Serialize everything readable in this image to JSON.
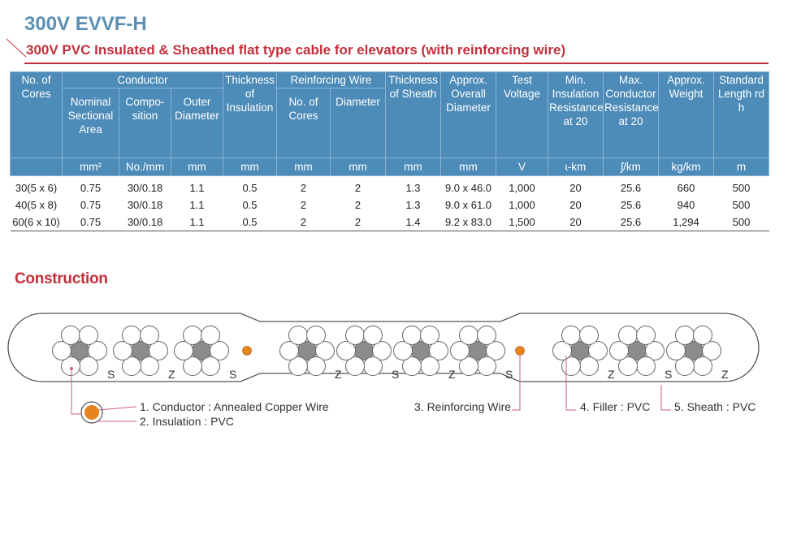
{
  "header": {
    "title": "300V EVVF-H",
    "subtitle": "300V PVC Insulated & Sheathed flat type cable for elevators (with reinforcing wire)"
  },
  "table": {
    "groups": {
      "cores": "No. of Cores",
      "conductor": "Conductor",
      "thickness_insulation": "Thickness of Insulation",
      "reinforcing_wire": "Reinforcing Wire",
      "thickness_sheath": "Thickness of Sheath",
      "overall_diameter": "Approx. Overall Diameter",
      "test_voltage": "Test Voltage",
      "insulation_resistance": "Min. Insulation Resistance at 20",
      "conductor_resistance": "Max. Conductor Resistance at 20",
      "weight": "Approx. Weight",
      "length": "Standard Length rd h"
    },
    "subheaders": {
      "nominal_area": "Nominal Sectional Area",
      "composition": "Compo- sition",
      "outer_diameter": "Outer Diameter",
      "rw_cores": "No. of Cores",
      "rw_diameter": "Diameter"
    },
    "units": [
      "",
      "mm²",
      "No./mm",
      "mm",
      "mm",
      "mm",
      "mm",
      "mm",
      "mm",
      "V",
      "ɩ-km",
      "ʃ/km",
      "kg/km",
      "m"
    ],
    "rows": [
      [
        "30(5 x 6)",
        "0.75",
        "30/0.18",
        "1.1",
        "0.5",
        "2",
        "2",
        "1.3",
        "9.0 x 46.0",
        "1,000",
        "20",
        "25.6",
        "660",
        "500"
      ],
      [
        "40(5 x 8)",
        "0.75",
        "30/0.18",
        "1.1",
        "0.5",
        "2",
        "2",
        "1.3",
        "9.0 x 61.0",
        "1,000",
        "20",
        "25.6",
        "940",
        "500"
      ],
      [
        "60(6 x 10)",
        "0.75",
        "30/0.18",
        "1.1",
        "0.5",
        "2",
        "2",
        "1.4",
        "9.2 x 83.0",
        "1,500",
        "20",
        "25.6",
        "1,294",
        "500"
      ]
    ]
  },
  "construction": {
    "heading": "Construction",
    "groups": [
      "S",
      "Z",
      "S",
      "Z",
      "S",
      "Z",
      "S",
      "Z",
      "S",
      "Z"
    ],
    "labels": {
      "conductor": "1. Conductor : Annealed Copper Wire",
      "insulation": "2. Insulation : PVC",
      "reinforcing": "3. Reinforcing Wire",
      "filler": "4. Filler : PVC",
      "sheath": "5. Sheath : PVC"
    }
  },
  "colors": {
    "title": "#5b8fb4",
    "accent_red": "#c2303c",
    "header_blue": "#4d8bb8",
    "filler_gray": "#8c8c8c",
    "copper_orange": "#e8841f",
    "leader_pink": "#d05a8a"
  }
}
